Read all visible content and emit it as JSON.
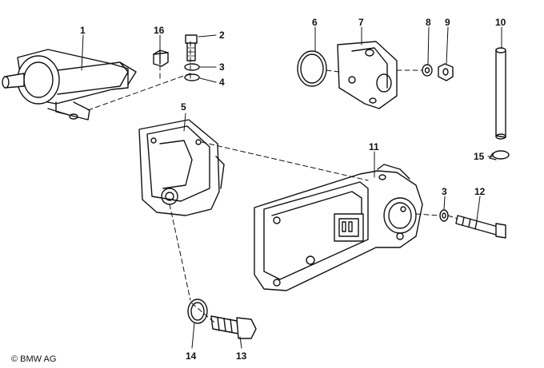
{
  "callouts": [
    "1",
    "2",
    "3",
    "4",
    "5",
    "6",
    "7",
    "8",
    "9",
    "10",
    "11",
    "12",
    "13",
    "14",
    "15",
    "16",
    "3"
  ],
  "copyright": "© BMW AG"
}
